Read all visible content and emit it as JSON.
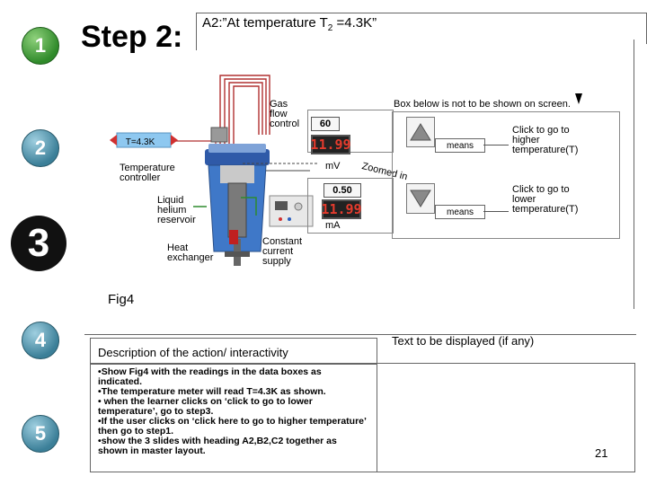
{
  "slide": {
    "step_numbers": [
      "1",
      "2",
      "3",
      "4",
      "5"
    ],
    "title": "Step 2:",
    "header": "A2:”At  temperature T",
    "header_sub": "2",
    "header_tail": " =4.3K”",
    "page_number": "21",
    "fig_caption": "Fig4"
  },
  "diagram": {
    "gas_flow_label": "Gas\nflow\ncontrol",
    "controller_display": "T=4.3K",
    "controller_label": "Temperature\ncontroller",
    "reservoir_label": "Liquid\nhelium\nreservoir",
    "exchanger_label": "Heat\nexchanger",
    "supply_label": "Constant\ncurrent\nsupply",
    "gas_value": "60",
    "voltage_reading": "11.99",
    "voltage_unit": "mV",
    "zoomed_label": "Zoomed in",
    "current_value": "0.50",
    "current_reading": "11.99",
    "current_unit": "mA"
  },
  "offscreen_box": {
    "note": "Box below is not to be shown on screen.",
    "means_1": "means",
    "means_2": "means",
    "higher_text": "Click to go to\nhigher\ntemperature(T)",
    "lower_text": "Click to go to\nlower\ntemperature(T)"
  },
  "table": {
    "col1_header": "Description of the action/ interactivity",
    "col2_header": "Text to be displayed (if any)",
    "items": [
      "Show Fig4 with the readings in the data boxes as indicated.",
      "The temperature meter will read T=4.3K as shown.",
      " when the learner clicks on ‘click to go to lower temperature’, go to step3.",
      "If the user clicks on ‘click here to go to higher temperature’ then go to step1.",
      "show the 3 slides with heading A2,B2,C2 together as shown in master layout."
    ]
  },
  "colors": {
    "reading_red": "#e43b2d",
    "controller_blue": "#8ec8f0",
    "dewar_blue": "#3f78c8"
  }
}
